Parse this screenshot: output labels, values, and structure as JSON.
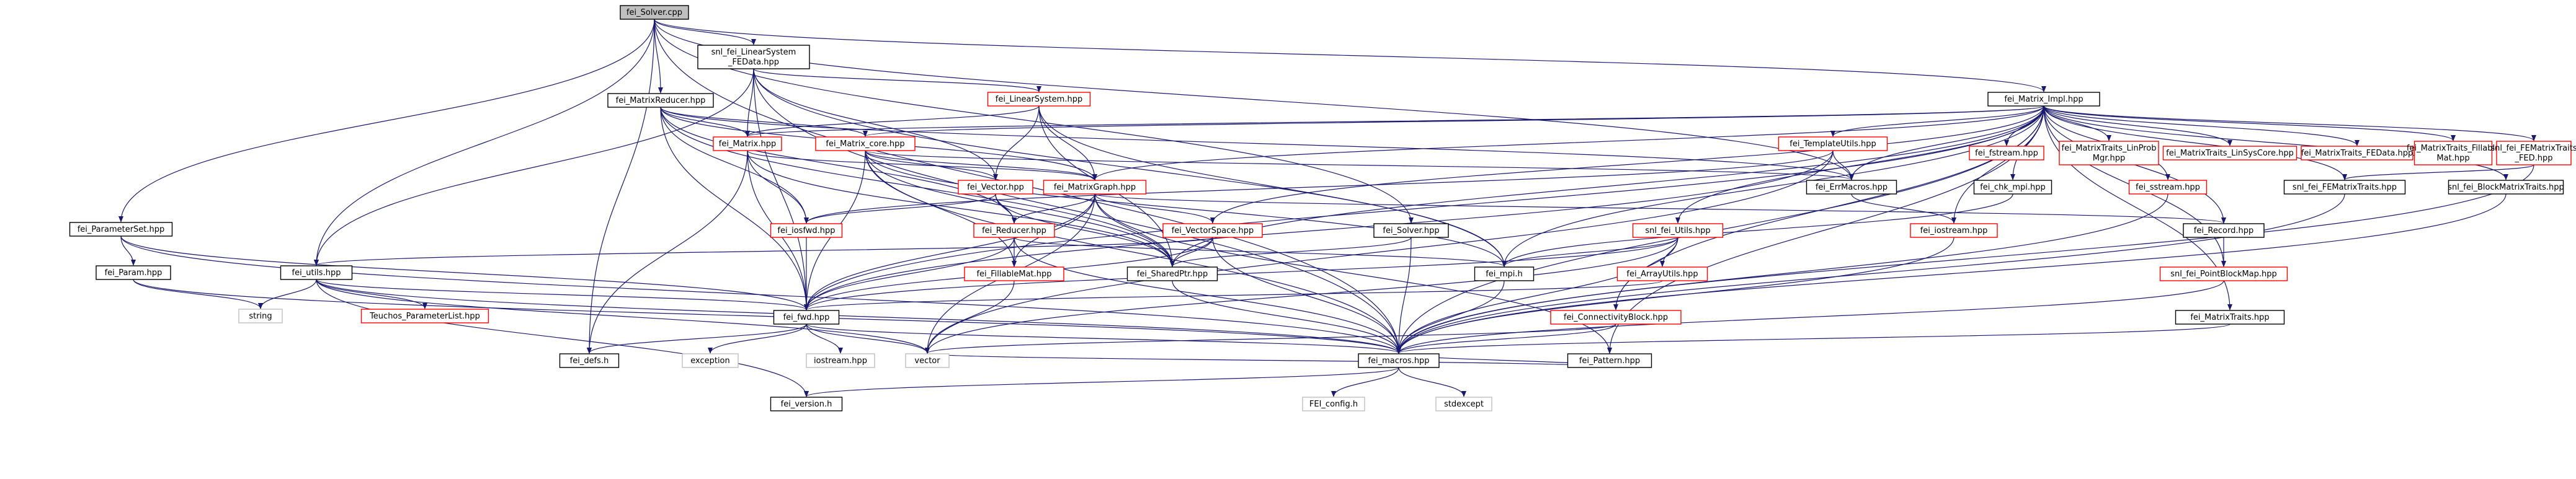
{
  "colors": {
    "root_fill": "#bfbfbf",
    "box_fill": "#ffffff",
    "border_black": "#000000",
    "border_red": "#ff0000",
    "border_gray": "#bfbfbf",
    "text": "#000000",
    "edge": "#191970"
  },
  "nodes": [
    {
      "id": "solver_cpp",
      "label": "fei_Solver.cpp",
      "style": "root"
    },
    {
      "id": "snl_linsys_fedata",
      "label": "snl_fei_LinearSystem\n_FEData.hpp",
      "style": "black"
    },
    {
      "id": "matrixreducer",
      "label": "fei_MatrixReducer.hpp",
      "style": "black"
    },
    {
      "id": "linearsystem",
      "label": "fei_LinearSystem.hpp",
      "style": "red"
    },
    {
      "id": "matrix_impl",
      "label": "fei_Matrix_Impl.hpp",
      "style": "black"
    },
    {
      "id": "matrix",
      "label": "fei_Matrix.hpp",
      "style": "red"
    },
    {
      "id": "matrix_core",
      "label": "fei_Matrix_core.hpp",
      "style": "red"
    },
    {
      "id": "templateutils",
      "label": "fei_TemplateUtils.hpp",
      "style": "red"
    },
    {
      "id": "fstream",
      "label": "fei_fstream.hpp",
      "style": "red"
    },
    {
      "id": "mt_linprob",
      "label": "fei_MatrixTraits_LinProb\nMgr.hpp",
      "style": "red"
    },
    {
      "id": "mt_linsyscore",
      "label": "fei_MatrixTraits_LinSysCore.hpp",
      "style": "red"
    },
    {
      "id": "mt_fedata",
      "label": "fei_MatrixTraits_FEData.hpp",
      "style": "red"
    },
    {
      "id": "mt_fillable",
      "label": "fei_MatrixTraits_Fillable\nMat.hpp",
      "style": "red"
    },
    {
      "id": "snl_fematrixtraits_fed",
      "label": "snl_fei_FEMatrixTraits\n_FED.hpp",
      "style": "red"
    },
    {
      "id": "vector",
      "label": "fei_Vector.hpp",
      "style": "red"
    },
    {
      "id": "matrixgraph",
      "label": "fei_MatrixGraph.hpp",
      "style": "red"
    },
    {
      "id": "errmacros",
      "label": "fei_ErrMacros.hpp",
      "style": "black"
    },
    {
      "id": "chk_mpi",
      "label": "fei_chk_mpi.hpp",
      "style": "black"
    },
    {
      "id": "sstream",
      "label": "fei_sstream.hpp",
      "style": "red"
    },
    {
      "id": "snl_fematrixtraits",
      "label": "snl_fei_FEMatrixTraits.hpp",
      "style": "black"
    },
    {
      "id": "snl_blockmatrixtraits",
      "label": "snl_fei_BlockMatrixTraits.hpp",
      "style": "black"
    },
    {
      "id": "parametersat",
      "label": "fei_ParameterSet.hpp",
      "style": "black"
    },
    {
      "id": "iosfwd",
      "label": "fei_iosfwd.hpp",
      "style": "red"
    },
    {
      "id": "reducer",
      "label": "fei_Reducer.hpp",
      "style": "red"
    },
    {
      "id": "vectorspace",
      "label": "fei_VectorSpace.hpp",
      "style": "red"
    },
    {
      "id": "solver_hpp",
      "label": "fei_Solver.hpp",
      "style": "black"
    },
    {
      "id": "snl_utils",
      "label": "snl_fei_Utils.hpp",
      "style": "red"
    },
    {
      "id": "iostream_fei",
      "label": "fei_iostream.hpp",
      "style": "red"
    },
    {
      "id": "record",
      "label": "fei_Record.hpp",
      "style": "black"
    },
    {
      "id": "param",
      "label": "fei_Param.hpp",
      "style": "black"
    },
    {
      "id": "utils",
      "label": "fei_utils.hpp",
      "style": "black"
    },
    {
      "id": "fillablemat",
      "label": "fei_FillableMat.hpp",
      "style": "red"
    },
    {
      "id": "sharedptr",
      "label": "fei_SharedPtr.hpp",
      "style": "black"
    },
    {
      "id": "mpi",
      "label": "fei_mpi.h",
      "style": "black"
    },
    {
      "id": "arrayutils",
      "label": "fei_ArrayUtils.hpp",
      "style": "red"
    },
    {
      "id": "pointblockmap",
      "label": "snl_fei_PointBlockMap.hpp",
      "style": "red"
    },
    {
      "id": "string",
      "label": "string",
      "style": "gray"
    },
    {
      "id": "teuchos_pl",
      "label": "Teuchos_ParameterList.hpp",
      "style": "red"
    },
    {
      "id": "fwd",
      "label": "fei_fwd.hpp",
      "style": "black"
    },
    {
      "id": "connectivityblock",
      "label": "fei_ConnectivityBlock.hpp",
      "style": "red"
    },
    {
      "id": "pattern",
      "label": "fei_Pattern.hpp",
      "style": "black"
    },
    {
      "id": "matrixtraits",
      "label": "fei_MatrixTraits.hpp",
      "style": "black"
    },
    {
      "id": "defs",
      "label": "fei_defs.h",
      "style": "black"
    },
    {
      "id": "exception",
      "label": "exception",
      "style": "gray"
    },
    {
      "id": "iostream_std",
      "label": "iostream.hpp",
      "style": "gray"
    },
    {
      "id": "vector_std",
      "label": "vector",
      "style": "gray"
    },
    {
      "id": "macros",
      "label": "fei_macros.hpp",
      "style": "black"
    },
    {
      "id": "version",
      "label": "fei_version.h",
      "style": "black"
    },
    {
      "id": "fei_config",
      "label": "FEI_config.h",
      "style": "gray"
    },
    {
      "id": "stdexcept",
      "label": "stdexcept",
      "style": "gray"
    }
  ],
  "edges": [
    [
      "solver_cpp",
      "snl_linsys_fedata"
    ],
    [
      "solver_cpp",
      "matrixreducer"
    ],
    [
      "solver_cpp",
      "matrix_impl"
    ],
    [
      "solver_cpp",
      "solver_hpp"
    ],
    [
      "solver_cpp",
      "errmacros"
    ],
    [
      "solver_cpp",
      "parametersat"
    ],
    [
      "solver_cpp",
      "utils"
    ],
    [
      "solver_cpp",
      "macros"
    ],
    [
      "solver_cpp",
      "defs"
    ],
    [
      "snl_linsys_fedata",
      "linearsystem"
    ],
    [
      "snl_linsys_fedata",
      "matrix"
    ],
    [
      "snl_linsys_fedata",
      "vector"
    ],
    [
      "snl_linsys_fedata",
      "utils"
    ],
    [
      "snl_linsys_fedata",
      "fwd"
    ],
    [
      "snl_linsys_fedata",
      "macros"
    ],
    [
      "snl_linsys_fedata",
      "mpi"
    ],
    [
      "matrixreducer",
      "matrix"
    ],
    [
      "matrixreducer",
      "matrix_core"
    ],
    [
      "matrixreducer",
      "matrixgraph"
    ],
    [
      "matrixreducer",
      "reducer"
    ],
    [
      "matrixreducer",
      "iosfwd"
    ],
    [
      "matrixreducer",
      "fwd"
    ],
    [
      "matrixreducer",
      "sharedptr"
    ],
    [
      "matrixreducer",
      "errmacros"
    ],
    [
      "linearsystem",
      "matrix"
    ],
    [
      "linearsystem",
      "vector"
    ],
    [
      "linearsystem",
      "matrixgraph"
    ],
    [
      "linearsystem",
      "sharedptr"
    ],
    [
      "linearsystem",
      "mpi"
    ],
    [
      "matrix_impl",
      "matrix"
    ],
    [
      "matrix_impl",
      "matrix_core"
    ],
    [
      "matrix_impl",
      "templateutils"
    ],
    [
      "matrix_impl",
      "fstream"
    ],
    [
      "matrix_impl",
      "mt_linprob"
    ],
    [
      "matrix_impl",
      "mt_linsyscore"
    ],
    [
      "matrix_impl",
      "mt_fedata"
    ],
    [
      "matrix_impl",
      "mt_fillable"
    ],
    [
      "matrix_impl",
      "snl_fematrixtraits_fed"
    ],
    [
      "matrix_impl",
      "snl_fematrixtraits"
    ],
    [
      "matrix_impl",
      "snl_blockmatrixtraits"
    ],
    [
      "matrix_impl",
      "errmacros"
    ],
    [
      "matrix_impl",
      "chk_mpi"
    ],
    [
      "matrix_impl",
      "sstream"
    ],
    [
      "matrix_impl",
      "vectorspace"
    ],
    [
      "matrix_impl",
      "matrixgraph"
    ],
    [
      "matrix_impl",
      "iostream_fei"
    ],
    [
      "matrix_impl",
      "record"
    ],
    [
      "matrix_impl",
      "snl_utils"
    ],
    [
      "matrix_impl",
      "pointblockmap"
    ],
    [
      "matrix_impl",
      "matrixtraits"
    ],
    [
      "matrix_impl",
      "connectivityblock"
    ],
    [
      "matrix_impl",
      "pattern"
    ],
    [
      "matrix_impl",
      "fwd"
    ],
    [
      "matrix_impl",
      "macros"
    ],
    [
      "matrix_impl",
      "sharedptr"
    ],
    [
      "matrix_impl",
      "mpi"
    ],
    [
      "matrix",
      "iosfwd"
    ],
    [
      "matrix",
      "matrixgraph"
    ],
    [
      "matrix",
      "sharedptr"
    ],
    [
      "matrix",
      "fwd"
    ],
    [
      "matrix",
      "defs"
    ],
    [
      "matrix_core",
      "vector"
    ],
    [
      "matrix_core",
      "matrixgraph"
    ],
    [
      "matrix_core",
      "fillablemat"
    ],
    [
      "matrix_core",
      "sharedptr"
    ],
    [
      "matrix_core",
      "fwd"
    ],
    [
      "matrix_core",
      "macros"
    ],
    [
      "matrix_core",
      "mpi"
    ],
    [
      "matrix_core",
      "errmacros"
    ],
    [
      "templateutils",
      "errmacros"
    ],
    [
      "templateutils",
      "iosfwd"
    ],
    [
      "templateutils",
      "fwd"
    ],
    [
      "templateutils",
      "vector_std"
    ],
    [
      "snl_fematrixtraits_fed",
      "snl_fematrixtraits"
    ],
    [
      "snl_fematrixtraits_fed",
      "macros"
    ],
    [
      "vector",
      "iosfwd"
    ],
    [
      "vector",
      "reducer"
    ],
    [
      "vector",
      "sharedptr"
    ],
    [
      "matrixgraph",
      "vectorspace"
    ],
    [
      "matrixgraph",
      "reducer"
    ],
    [
      "matrixgraph",
      "sharedptr"
    ],
    [
      "matrixgraph",
      "fillablemat"
    ],
    [
      "matrixgraph",
      "record"
    ],
    [
      "matrixgraph",
      "pattern"
    ],
    [
      "matrixgraph",
      "fwd"
    ],
    [
      "matrixgraph",
      "vector_std"
    ],
    [
      "errmacros",
      "iostream_fei"
    ],
    [
      "chk_mpi",
      "mpi"
    ],
    [
      "sstream",
      "macros"
    ],
    [
      "snl_fematrixtraits",
      "macros"
    ],
    [
      "snl_blockmatrixtraits",
      "macros"
    ],
    [
      "parametersat",
      "param"
    ],
    [
      "parametersat",
      "macros"
    ],
    [
      "parametersat",
      "fwd"
    ],
    [
      "iosfwd",
      "fwd"
    ],
    [
      "reducer",
      "fillablemat"
    ],
    [
      "reducer",
      "macros"
    ],
    [
      "reducer",
      "mpi"
    ],
    [
      "reducer",
      "fwd"
    ],
    [
      "vectorspace",
      "sharedptr"
    ],
    [
      "vectorspace",
      "macros"
    ],
    [
      "vectorspace",
      "fwd"
    ],
    [
      "vectorspace",
      "utils"
    ],
    [
      "solver_hpp",
      "sharedptr"
    ],
    [
      "solver_hpp",
      "macros"
    ],
    [
      "snl_utils",
      "arrayutils"
    ],
    [
      "snl_utils",
      "fwd"
    ],
    [
      "snl_utils",
      "vector_std"
    ],
    [
      "snl_utils",
      "mpi"
    ],
    [
      "snl_utils",
      "macros"
    ],
    [
      "iostream_fei",
      "macros"
    ],
    [
      "record",
      "pointblockmap"
    ],
    [
      "param",
      "string"
    ],
    [
      "param",
      "macros"
    ],
    [
      "utils",
      "string"
    ],
    [
      "utils",
      "teuchos_pl"
    ],
    [
      "utils",
      "fwd"
    ],
    [
      "utils",
      "version"
    ],
    [
      "utils",
      "macros"
    ],
    [
      "utils",
      "vector_std"
    ],
    [
      "fillablemat",
      "vector_std"
    ],
    [
      "sharedptr",
      "macros"
    ],
    [
      "mpi",
      "macros"
    ],
    [
      "arrayutils",
      "fwd"
    ],
    [
      "pointblockmap",
      "macros"
    ],
    [
      "fwd",
      "defs"
    ],
    [
      "fwd",
      "exception"
    ],
    [
      "fwd",
      "iostream_std"
    ],
    [
      "fwd",
      "vector_std"
    ],
    [
      "fwd",
      "macros"
    ],
    [
      "connectivityblock",
      "vector_std"
    ],
    [
      "connectivityblock",
      "macros"
    ],
    [
      "pattern",
      "vector_std"
    ],
    [
      "pattern",
      "macros"
    ],
    [
      "matrixtraits",
      "macros"
    ],
    [
      "macros",
      "version"
    ],
    [
      "macros",
      "fei_config"
    ],
    [
      "macros",
      "stdexcept"
    ]
  ]
}
